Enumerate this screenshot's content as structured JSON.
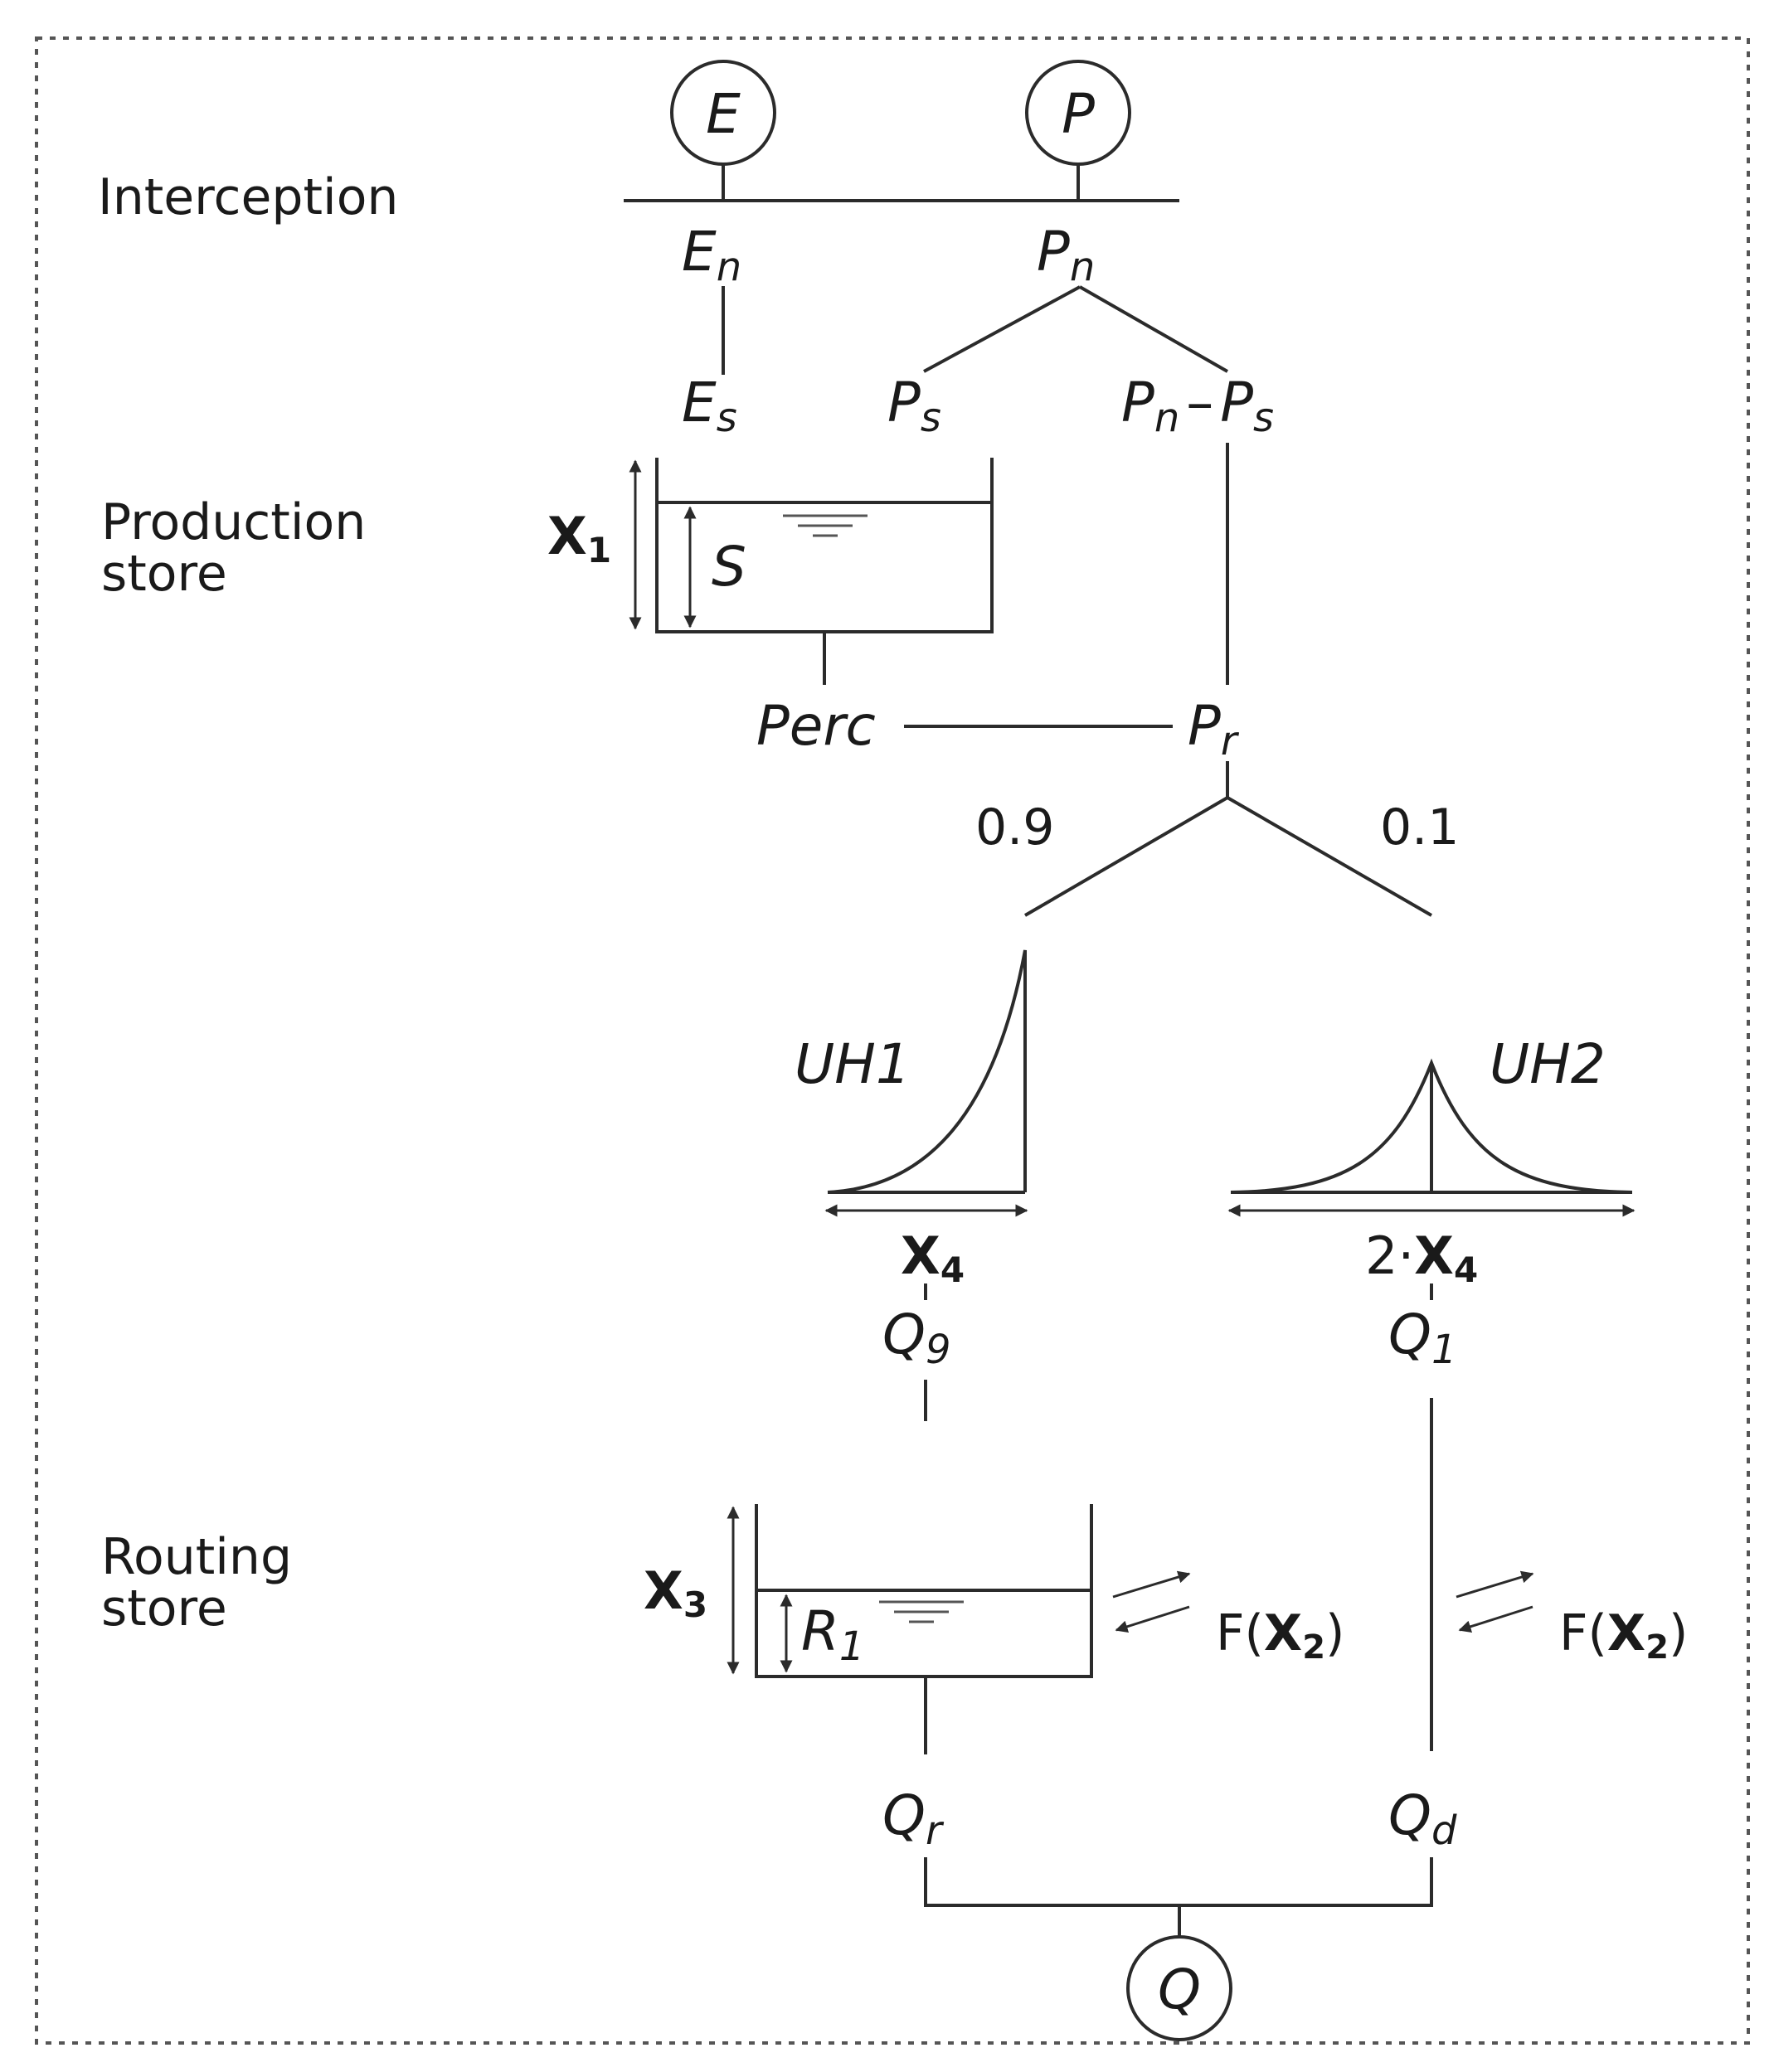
{
  "sections": {
    "interception": "Interception",
    "production": [
      "Production",
      "store"
    ],
    "routing": [
      "Routing",
      "store"
    ]
  },
  "inputs": {
    "e": "E",
    "p": "P",
    "q": "Q"
  },
  "fluxes": {
    "en": {
      "base": "E",
      "sub": "n"
    },
    "pn": {
      "base": "P",
      "sub": "n"
    },
    "es": {
      "base": "E",
      "sub": "s"
    },
    "ps": {
      "base": "P",
      "sub": "s"
    },
    "pnps": {
      "a": "P",
      "a_sub": "n",
      "op": "–",
      "b": "P",
      "b_sub": "s"
    },
    "perc": "Perc",
    "pr": {
      "base": "P",
      "sub": "r"
    },
    "q9": {
      "base": "Q",
      "sub": "9"
    },
    "q1": {
      "base": "Q",
      "sub": "1"
    },
    "qr": {
      "base": "Q",
      "sub": "r"
    },
    "qd": {
      "base": "Q",
      "sub": "d"
    }
  },
  "stores": {
    "production": {
      "param": {
        "base": "X",
        "sub": "1"
      },
      "level": "S"
    },
    "routing": {
      "param": {
        "base": "X",
        "sub": "3"
      },
      "level": {
        "base": "R",
        "sub": "1"
      }
    }
  },
  "split": {
    "left": "0.9",
    "right": "0.1"
  },
  "unit_hydrographs": {
    "uh1": {
      "label": "UH1",
      "base": {
        "base": "X",
        "sub": "4"
      }
    },
    "uh2": {
      "label": "UH2",
      "base": {
        "prefix": "2·",
        "base": "X",
        "sub": "4"
      }
    }
  },
  "exchange": {
    "f_open": "F(",
    "x": "X",
    "sub": "2",
    "f_close": ")"
  }
}
